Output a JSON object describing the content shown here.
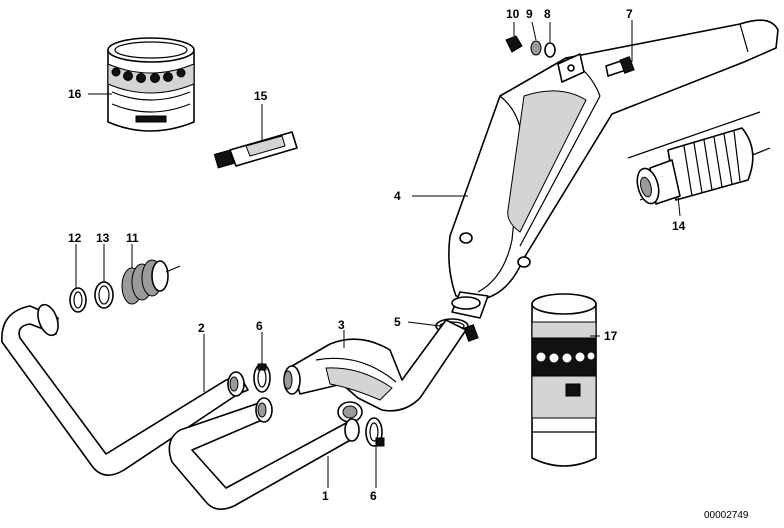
{
  "diagram": {
    "reference_number": "00002749",
    "callouts": [
      {
        "id": "c1",
        "label": "1"
      },
      {
        "id": "c2",
        "label": "2"
      },
      {
        "id": "c3",
        "label": "3"
      },
      {
        "id": "c4",
        "label": "4"
      },
      {
        "id": "c5",
        "label": "5"
      },
      {
        "id": "c6a",
        "label": "6"
      },
      {
        "id": "c6b",
        "label": "6"
      },
      {
        "id": "c7",
        "label": "7"
      },
      {
        "id": "c8",
        "label": "8"
      },
      {
        "id": "c9",
        "label": "9"
      },
      {
        "id": "c10",
        "label": "10"
      },
      {
        "id": "c11",
        "label": "11"
      },
      {
        "id": "c12",
        "label": "12"
      },
      {
        "id": "c13",
        "label": "13"
      },
      {
        "id": "c14",
        "label": "14"
      },
      {
        "id": "c15",
        "label": "15"
      },
      {
        "id": "c16",
        "label": "16"
      },
      {
        "id": "c17",
        "label": "17"
      }
    ]
  }
}
